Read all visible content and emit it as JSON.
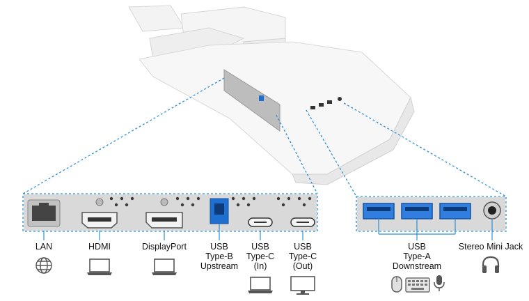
{
  "ports_left": [
    {
      "label": "LAN",
      "icon": "globe-icon"
    },
    {
      "label": "HDMI",
      "icon": "laptop-icon"
    },
    {
      "label": "DisplayPort",
      "icon": "laptop-icon"
    },
    {
      "label_lines": [
        "USB",
        "Type-B",
        "Upstream"
      ]
    },
    {
      "label_lines": [
        "USB",
        "Type-C",
        "(In)"
      ],
      "icon": "laptop-icon"
    },
    {
      "label_lines": [
        "USB",
        "Type-C",
        "(Out)"
      ],
      "icon": "monitor-icon"
    }
  ],
  "ports_right": [
    {
      "label_lines": [
        "USB",
        "Type-A",
        "Downstream"
      ],
      "icons": [
        "mouse-icon",
        "keyboard-icon",
        "microphone-icon"
      ]
    },
    {
      "label": "Stereo Mini Jack",
      "icon": "headphones-icon"
    }
  ],
  "colors": {
    "dotted_line": "#2a8fd6",
    "usb_blue": "#1f6fd1",
    "panel_gray": "#d9d9d9"
  }
}
